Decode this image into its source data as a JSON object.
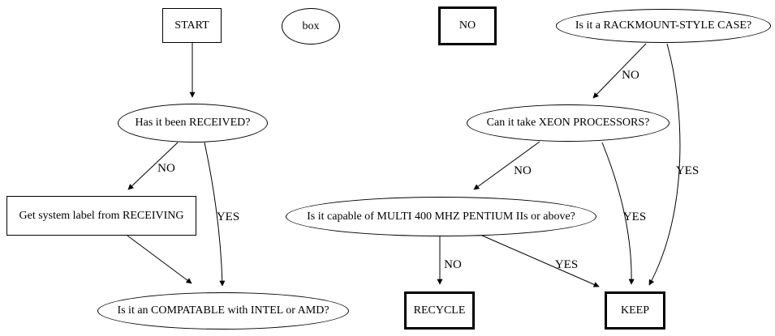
{
  "diagram": {
    "background_color": "#ffffff",
    "stroke_color": "#000000",
    "nodes": [
      {
        "id": "start",
        "label": "START",
        "shape": "rect"
      },
      {
        "id": "box",
        "label": "box",
        "shape": "ellipse"
      },
      {
        "id": "no",
        "label": "NO",
        "shape": "rect-bold"
      },
      {
        "id": "rackmount-question",
        "label": "Is it a RACKMOUNT-STYLE CASE?",
        "shape": "ellipse"
      },
      {
        "id": "received-question",
        "label": "Has it been RECEIVED?",
        "shape": "ellipse"
      },
      {
        "id": "xeon-question",
        "label": "Can it take XEON PROCESSORS?",
        "shape": "ellipse"
      },
      {
        "id": "receiving-step",
        "label": "Get system label from RECEIVING",
        "shape": "rect"
      },
      {
        "id": "pentium-question",
        "label": "Is it capable of MULTI 400 MHZ PENTIUM IIs or above?",
        "shape": "ellipse"
      },
      {
        "id": "compatable-question",
        "label": "Is it an COMPATABLE with INTEL or AMD?",
        "shape": "ellipse"
      },
      {
        "id": "recycle",
        "label": "RECYCLE",
        "shape": "rect-bold"
      },
      {
        "id": "keep",
        "label": "KEEP",
        "shape": "rect-bold"
      }
    ],
    "edges": [
      {
        "from": "start",
        "to": "received-question",
        "label": ""
      },
      {
        "from": "received-question",
        "to": "receiving-step",
        "label": "NO"
      },
      {
        "from": "received-question",
        "to": "compatable-question",
        "label": "YES"
      },
      {
        "from": "receiving-step",
        "to": "compatable-question",
        "label": ""
      },
      {
        "from": "rackmount-question",
        "to": "xeon-question",
        "label": "NO"
      },
      {
        "from": "rackmount-question",
        "to": "keep",
        "label": "YES"
      },
      {
        "from": "xeon-question",
        "to": "pentium-question",
        "label": "NO"
      },
      {
        "from": "xeon-question",
        "to": "keep",
        "label": "YES"
      },
      {
        "from": "pentium-question",
        "to": "recycle",
        "label": "NO"
      },
      {
        "from": "pentium-question",
        "to": "keep",
        "label": "YES"
      }
    ]
  }
}
